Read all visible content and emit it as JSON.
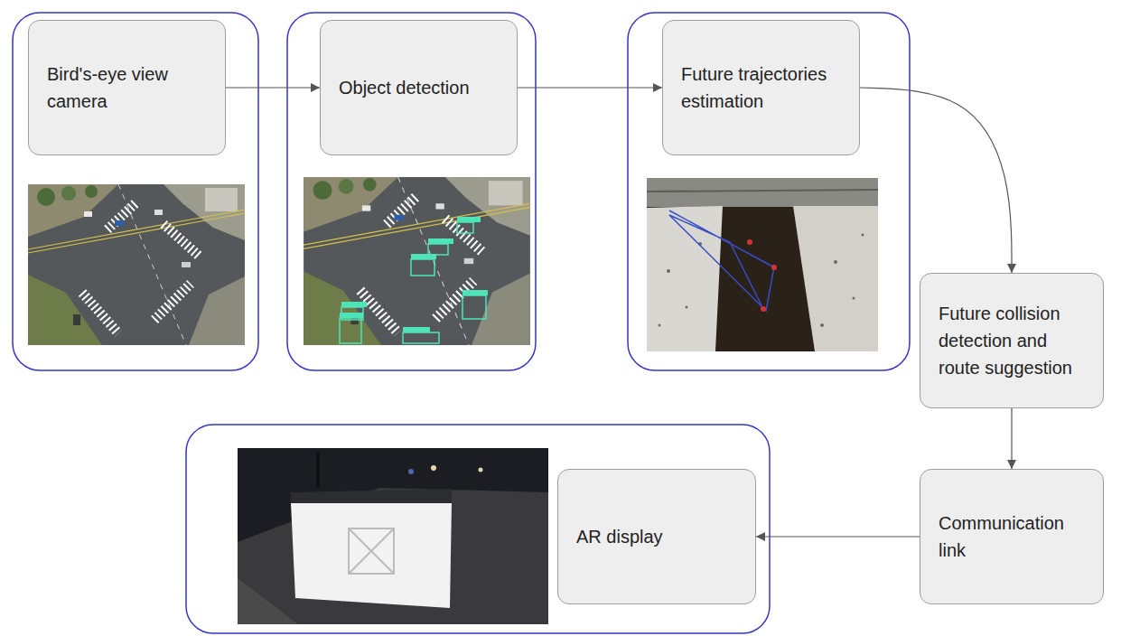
{
  "diagram": {
    "nodes": [
      {
        "text": [
          "Bird's-eye view camera"
        ]
      },
      {
        "text": [
          "Object detection"
        ]
      },
      {
        "text": [
          "Future trajectories estimation"
        ]
      },
      {
        "text": [
          "Future collision detection and route suggestion"
        ]
      },
      {
        "text": [
          "Communication link"
        ]
      },
      {
        "text": [
          "AR display"
        ]
      }
    ],
    "edges": [
      {
        "from": 0,
        "to": 1,
        "arrow": "to"
      },
      {
        "from": 1,
        "to": 2,
        "arrow": "to"
      },
      {
        "from": 2,
        "to": 3,
        "arrow": "to"
      },
      {
        "from": 3,
        "to": 4,
        "arrow": "to"
      },
      {
        "from": 4,
        "to": 5,
        "arrow": "to"
      }
    ]
  }
}
